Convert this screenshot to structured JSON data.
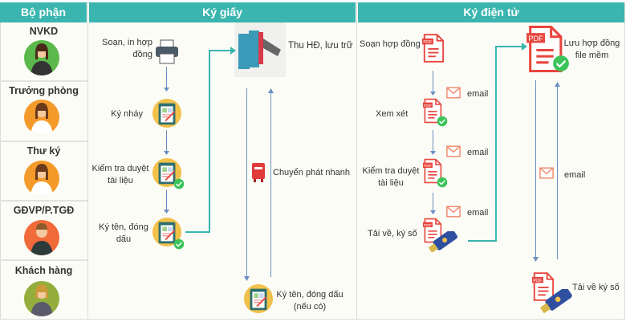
{
  "headers": {
    "department": "Bộ phận",
    "paper": "Ký giấy",
    "electronic": "Ký điện tử"
  },
  "roles": [
    {
      "label": "NVKD",
      "color": "#5bb84a"
    },
    {
      "label": "Trưởng phòng",
      "color": "#f39a2b"
    },
    {
      "label": "Thư ký",
      "color": "#f39a2b"
    },
    {
      "label": "GĐVP/P.TGĐ",
      "color": "#f06a3a"
    },
    {
      "label": "Khách hàng",
      "color": "#93ae3c"
    }
  ],
  "paper": {
    "step1": "Soạn, in hợp đồng",
    "step2": "Ký nháy",
    "step3": "Kiểm tra duyệt tài liệu",
    "step4": "Ký tên, đóng dấu",
    "archive": "Thu HĐ, lưu trữ",
    "courier": "Chuyển phát nhanh",
    "customer_sign": "Ký tên, đóng dấu (nếu có)"
  },
  "electronic": {
    "step1": "Soạn hợp đồng",
    "step2": "Xem xét",
    "step3": "Kiểm tra duyệt tài liệu",
    "step4": "Tải về, ký số",
    "store": "Lưu hợp đồng file mềm",
    "customer_sign": "Tải về ký số",
    "email": "email"
  },
  "colors": {
    "header": "#3bb5b0",
    "flow": "#3bb5b0",
    "arrow": "#6a8fc2",
    "pdf": "#e8453c",
    "check": "#3cc45a"
  }
}
